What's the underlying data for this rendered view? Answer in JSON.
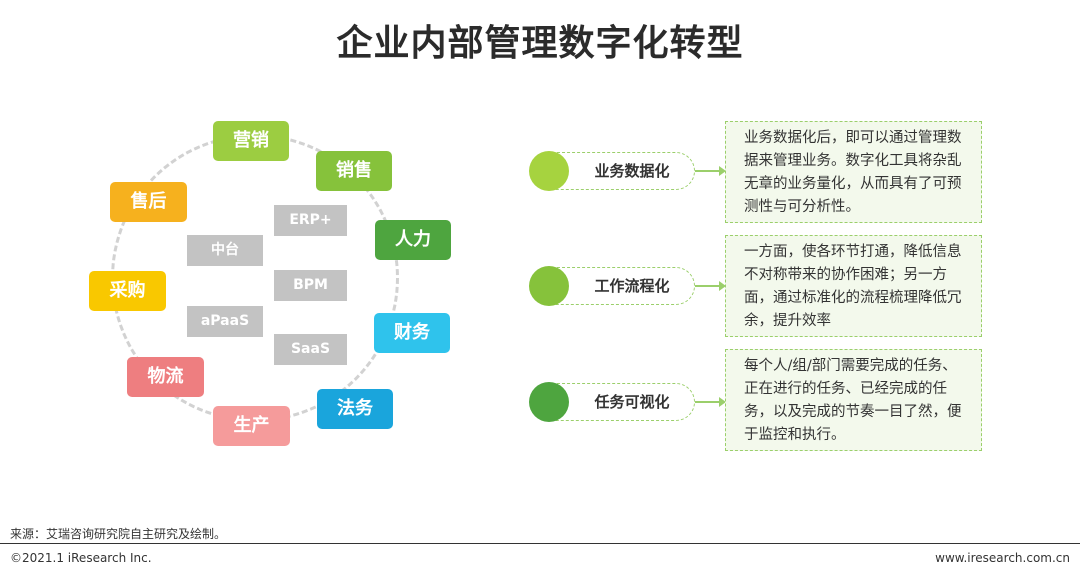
{
  "title": "企业内部管理数字化转型",
  "ring_items": [
    {
      "label": "营销",
      "color": "#9ccd41"
    },
    {
      "label": "销售",
      "color": "#86c23b"
    },
    {
      "label": "人力",
      "color": "#4ea53f"
    },
    {
      "label": "财务",
      "color": "#2fc3ec"
    },
    {
      "label": "法务",
      "color": "#1aa5dc"
    },
    {
      "label": "生产",
      "color": "#f59b9b"
    },
    {
      "label": "物流",
      "color": "#ee7e80"
    },
    {
      "label": "采购",
      "color": "#f9c800"
    },
    {
      "label": "售后",
      "color": "#f6b11e"
    }
  ],
  "inner_items": [
    "ERP+",
    "中台",
    "BPM",
    "aPaaS",
    "SaaS"
  ],
  "sections": [
    {
      "label": "业务数据化",
      "dot_color": "#a6d33f",
      "text": "业务数据化后，即可以通过管理数据来管理业务。数字化工具将杂乱无章的业务量化，从而具有了可预测性与可分析性。"
    },
    {
      "label": "工作流程化",
      "dot_color": "#86c23b",
      "text": "一方面，使各环节打通，降低信息不对称带来的协作困难；另一方面，通过标准化的流程梳理降低冗余，提升效率"
    },
    {
      "label": "任务可视化",
      "dot_color": "#4ea53f",
      "text": "每个人/组/部门需要完成的任务、正在进行的任务、已经完成的任务，以及完成的节奏一目了然，便于监控和执行。"
    }
  ],
  "source": "来源：艾瑞咨询研究院自主研究及绘制。",
  "footer": {
    "copyright": "©2021.1 iResearch Inc.",
    "website": "www.iresearch.com.cn"
  },
  "colors": {
    "pill_border": "#9bcf6b",
    "desc_bg": "#f3f9ec",
    "inner_box": "#c3c3c3"
  }
}
